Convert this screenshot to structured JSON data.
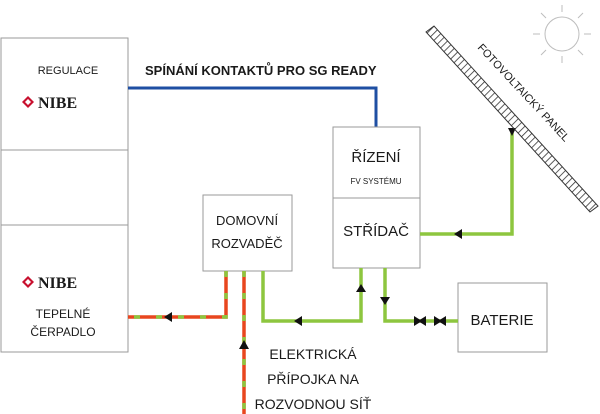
{
  "regulace_label": "REGULACE",
  "nibe_brand": "NIBE",
  "sg_ready_label": "SPÍNÁNÍ KONTAKTŮ PRO SG READY",
  "rizeni_label": "ŘÍZENÍ",
  "fv_system_label": "FV SYSTÉMU",
  "stridac_label": "STŘÍDAČ",
  "rozvadec_line1": "DOMOVNÍ",
  "rozvadec_line2": "ROZVADĚČ",
  "tepelne_line1": "TEPELNÉ",
  "tepelne_line2": "ČERPADLO",
  "baterie_label": "BATERIE",
  "panel_label": "FOTOVOLTAICKÝ PANEL",
  "pripojka_lines": [
    "ELEKTRICKÁ",
    "PŘÍPOJKA NA",
    "ROZVODNOU SÍŤ"
  ],
  "colors": {
    "blue_line": "#1f4fa3",
    "green_line": "#8dc63f",
    "red_line": "#e8461e",
    "nibe_red": "#c8102e",
    "box_border": "#9a9a9a"
  }
}
